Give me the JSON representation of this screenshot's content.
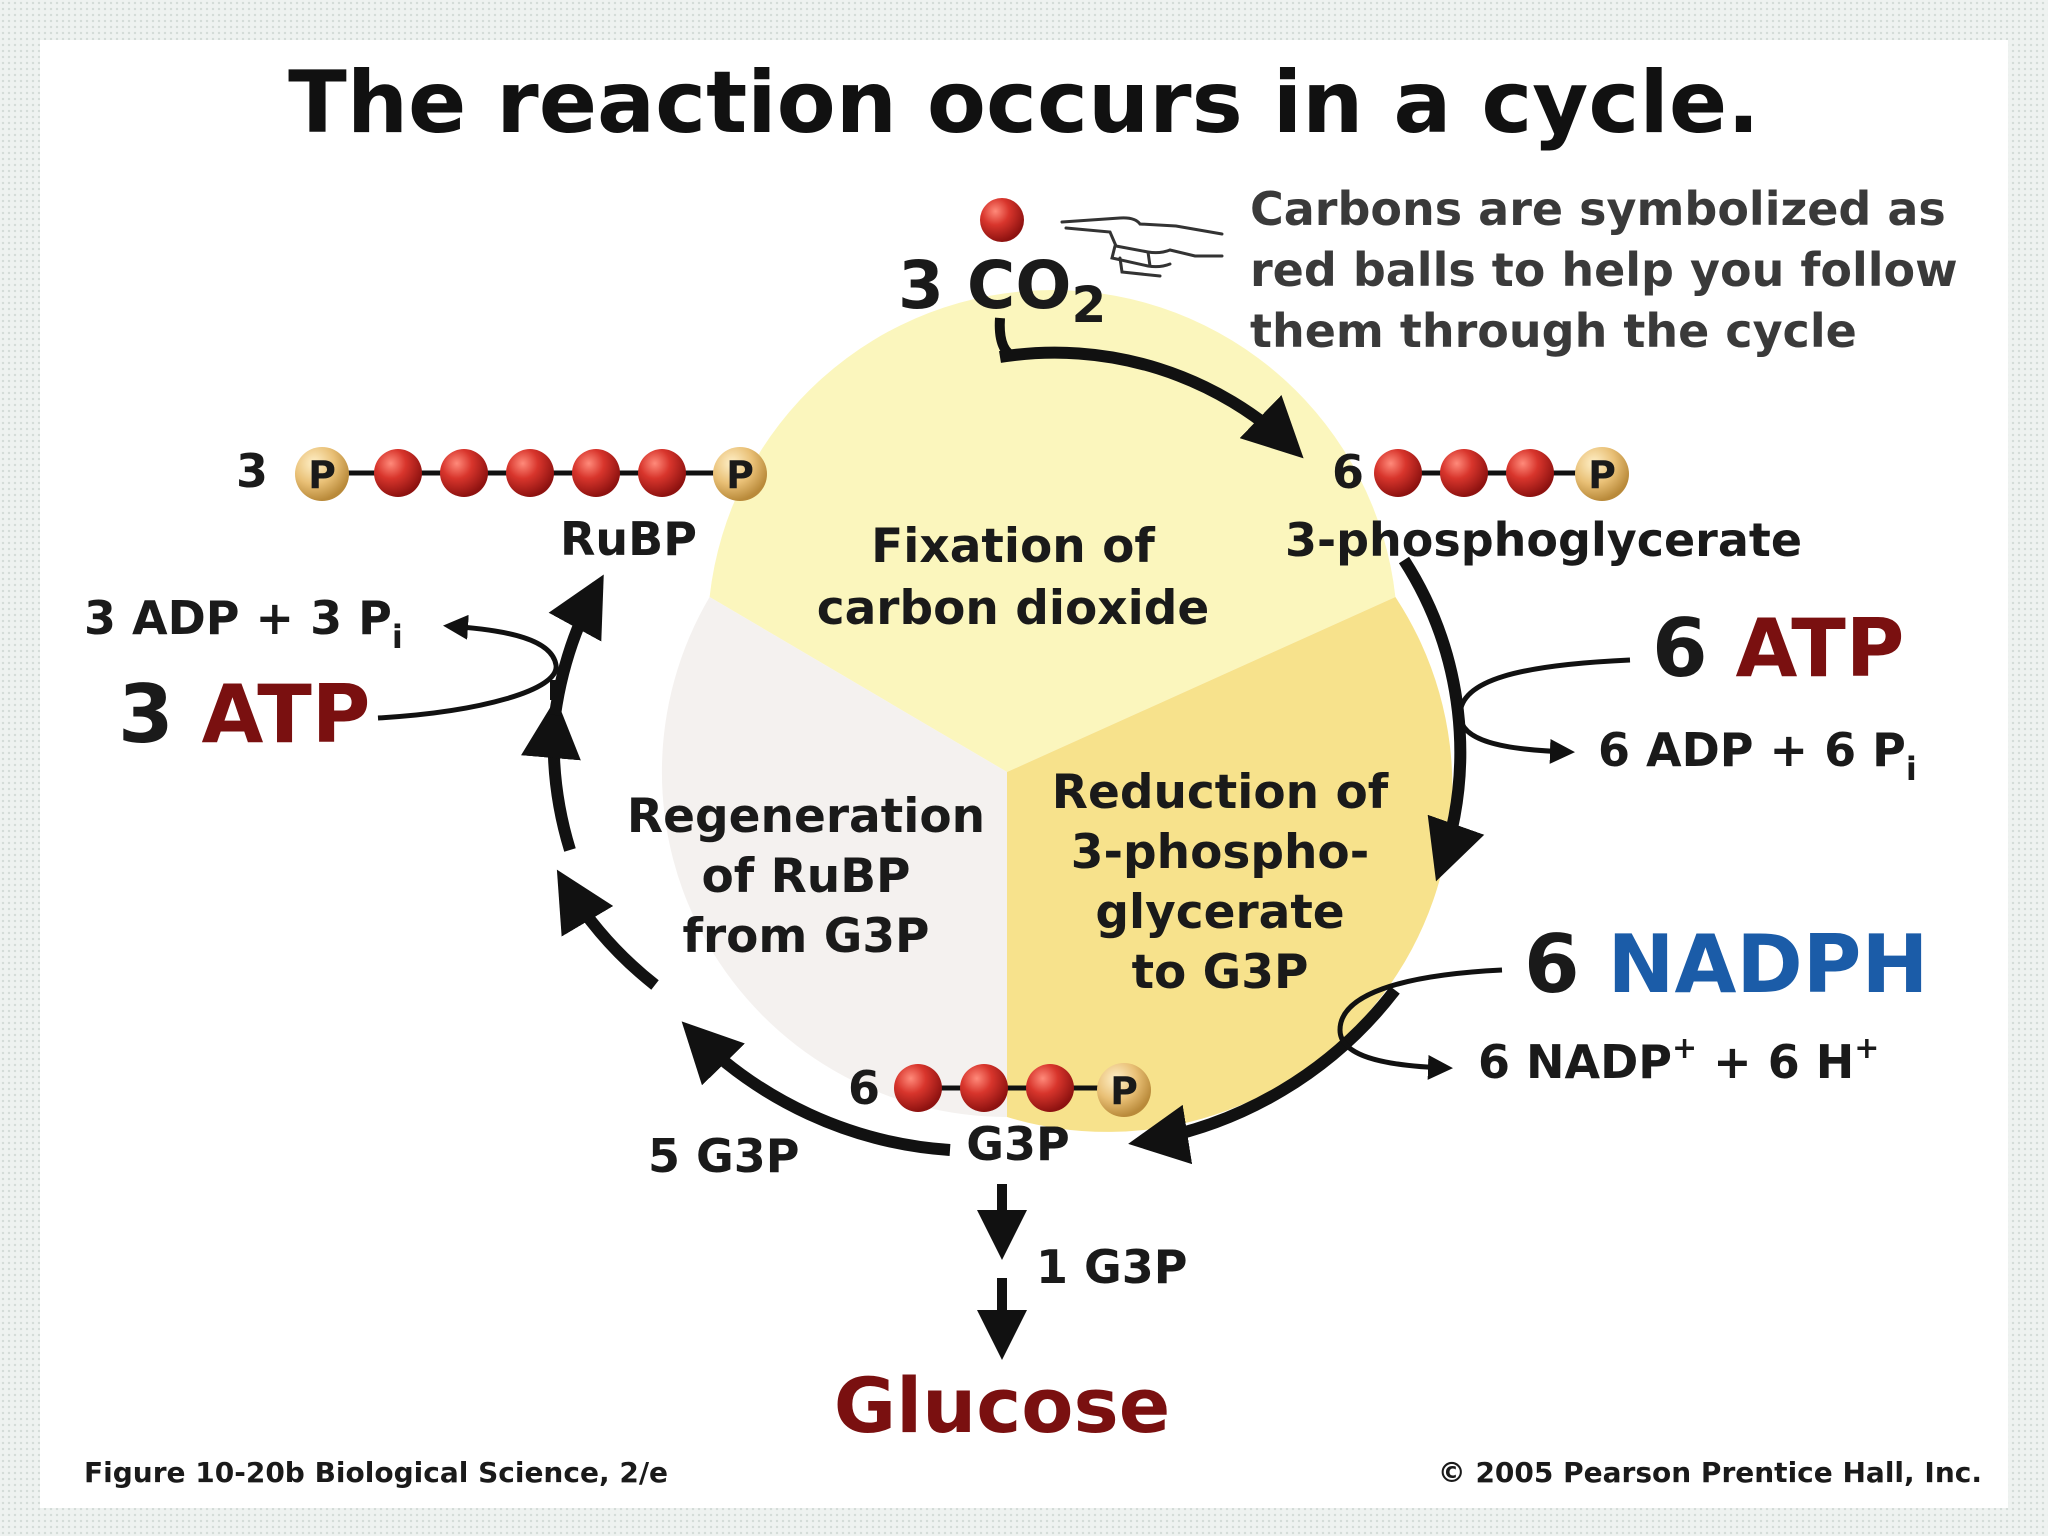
{
  "title": "The reaction occurs in a cycle.",
  "co2": {
    "count": "3",
    "formula": "CO",
    "subscript": "2"
  },
  "note": [
    "Carbons are symbolized as",
    "red balls to help you follow",
    "them through the cycle"
  ],
  "molecules": {
    "rubp": {
      "count": "3",
      "name": "RuBP",
      "phosphate": "P",
      "carbons": 5
    },
    "pga": {
      "count": "6",
      "name": "3-phosphoglycerate",
      "phosphate": "P",
      "carbons": 3
    },
    "g3p": {
      "count": "6",
      "name": "G3P",
      "phosphate": "P",
      "carbons": 3
    }
  },
  "stages": {
    "fixation": [
      "Fixation of",
      "carbon dioxide"
    ],
    "reduction": [
      "Reduction of",
      "3-phospho-",
      "glycerate",
      "to G3P"
    ],
    "regeneration": [
      "Regeneration",
      "of RuBP",
      "from G3P"
    ]
  },
  "inputs": {
    "atp_left": {
      "count": "3",
      "name": "ATP"
    },
    "adp_left": {
      "text": "3 ADP +  3 P",
      "sub": "i"
    },
    "atp_right": {
      "count": "6",
      "name": "ATP"
    },
    "adp_right": {
      "text": "6 ADP  +  6 P",
      "sub": "i"
    },
    "nadph": {
      "count": "6",
      "name": "NADPH"
    },
    "nadp": {
      "a": "6 NADP",
      "a_sup": "+",
      "b": " +  6 H",
      "b_sup": "+"
    }
  },
  "five_g3p": "5 G3P",
  "one_g3p": "1 G3P",
  "glucose": "Glucose",
  "footer": {
    "left": "Figure 10-20b   Biological Science, 2/e",
    "right": "© 2005 Pearson Prentice Hall, Inc."
  },
  "colors": {
    "carbon": "#c8231f",
    "phosphate": "#e7bd6e",
    "fixation_sector": "#fbf6bd",
    "reduction_sector": "#f7e28c",
    "regeneration_sector": "#f4f1ef",
    "atp_red": "#7a1010",
    "nadph_blue": "#1b5ca8"
  },
  "icons": {
    "pointer": "hand-pointer-icon"
  }
}
